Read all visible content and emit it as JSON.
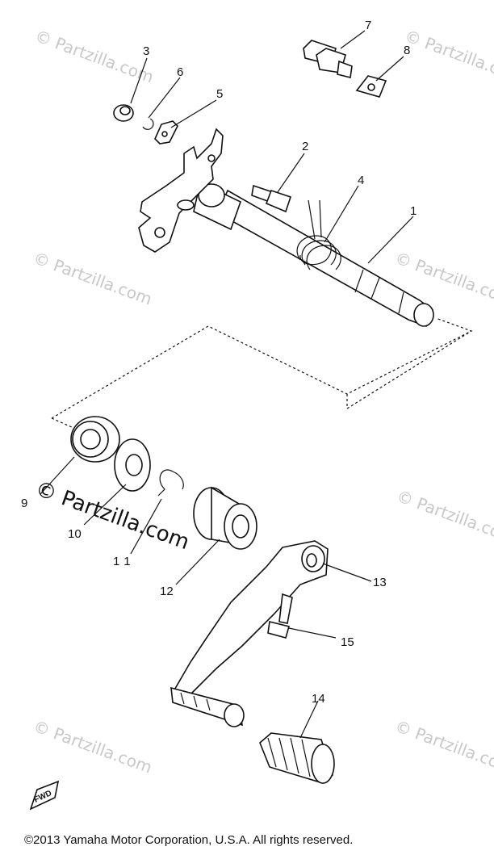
{
  "callouts": [
    "1",
    "2",
    "3",
    "4",
    "5",
    "6",
    "7",
    "8",
    "9",
    "10",
    "11",
    "12",
    "13",
    "14",
    "15"
  ],
  "watermark": {
    "text": "© Partzilla.com",
    "prominent": "© Partzilla.com"
  },
  "fwd_label": "FWD",
  "copyright": "©2013  Yamaha Motor Corporation, U.S.A. All rights reserved.",
  "colors": {
    "line": "#111111",
    "watermark": "#c8c8c8",
    "background": "#ffffff"
  }
}
